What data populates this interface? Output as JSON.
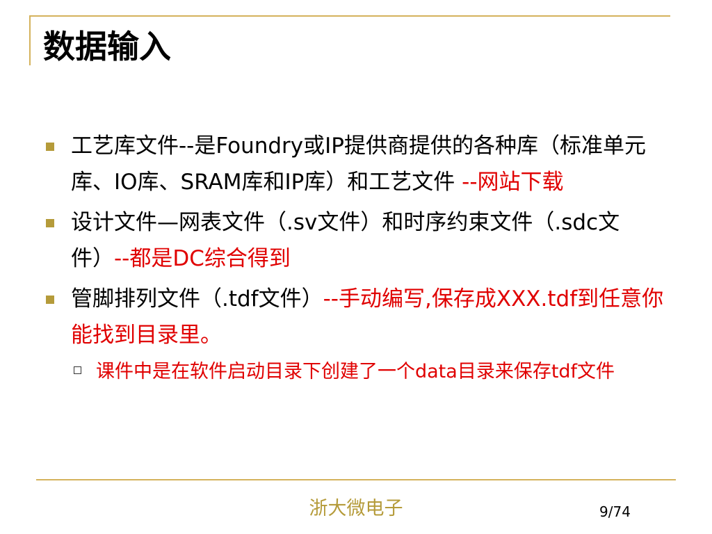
{
  "slide": {
    "title": "数据输入",
    "bullets": [
      {
        "parts": [
          {
            "text": "工艺库文件--是Foundry或IP提供商提供的各种库（标准单元库、IO库、SRAM库和IP库）和工艺文件 ",
            "color": "#000000"
          },
          {
            "text": "--网站下载",
            "color": "#e00000"
          }
        ]
      },
      {
        "parts": [
          {
            "text": "设计文件—网表文件（.sv文件）和时序约束文件（.sdc文件）",
            "color": "#000000"
          },
          {
            "text": "--都是DC综合得到",
            "color": "#e00000"
          }
        ]
      },
      {
        "parts": [
          {
            "text": "管脚排列文件（.tdf文件）",
            "color": "#000000"
          },
          {
            "text": "--手动编写,保存成XXX.tdf到任意你能找到目录里。",
            "color": "#e00000"
          }
        ],
        "sub_bullets": [
          {
            "text": "课件中是在软件启动目录下创建了一个data目录来保存tdf文件",
            "color": "#e00000"
          }
        ]
      }
    ]
  },
  "footer": {
    "organization": "浙大微电子",
    "page_number": "9/74"
  },
  "theme": {
    "accent": "#d4b25c",
    "bullet_marker": "#b59b3a",
    "highlight_text": "#e00000"
  }
}
